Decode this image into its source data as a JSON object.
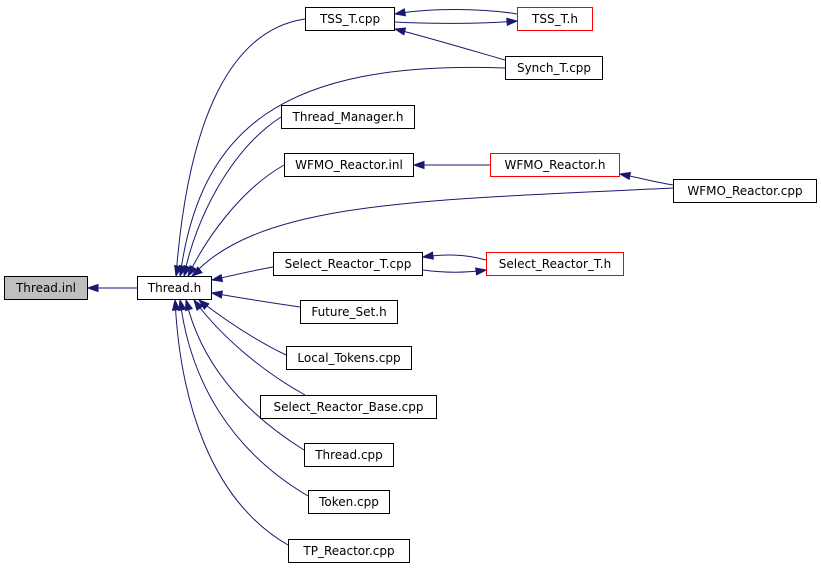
{
  "colors": {
    "edge": "#191970",
    "border": "#000000",
    "incomplete_border": "#ff0000",
    "current_fill": "#bfbfbf",
    "background": "#ffffff"
  },
  "nodes": {
    "thread_inl": "Thread.inl",
    "thread_h": "Thread.h",
    "tss_t_cpp": "TSS_T.cpp",
    "tss_t_h": "TSS_T.h",
    "synch_t_cpp": "Synch_T.cpp",
    "thread_manager_h": "Thread_Manager.h",
    "wfmo_reactor_inl": "WFMO_Reactor.inl",
    "wfmo_reactor_h": "WFMO_Reactor.h",
    "wfmo_reactor_cpp": "WFMO_Reactor.cpp",
    "select_reactor_t_cpp": "Select_Reactor_T.cpp",
    "select_reactor_t_h": "Select_Reactor_T.h",
    "future_set_h": "Future_Set.h",
    "local_tokens_cpp": "Local_Tokens.cpp",
    "select_reactor_base_cpp": "Select_Reactor_Base.cpp",
    "thread_cpp": "Thread.cpp",
    "token_cpp": "Token.cpp",
    "tp_reactor_cpp": "TP_Reactor.cpp"
  }
}
